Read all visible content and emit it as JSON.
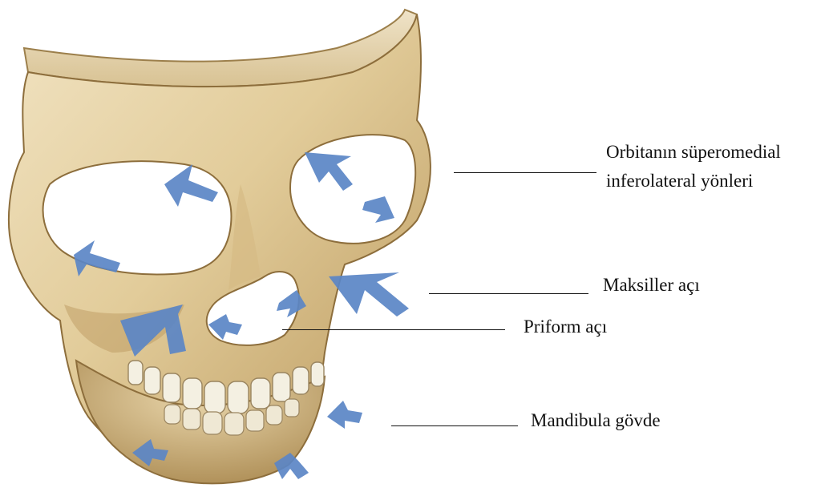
{
  "figure": {
    "subject": "skull-anterior-view",
    "colors": {
      "bone_light": "#ead9b4",
      "bone_mid": "#d7bd86",
      "bone_shadow": "#a8874f",
      "tooth": "#f4f0e2",
      "arrow": "#5b86c6",
      "line": "#111111"
    }
  },
  "labels": {
    "orbit_line1": "Orbitanın süperomedial",
    "orbit_line2": "inferolateral yönleri",
    "maxillary": "Maksiller açı",
    "piriform": "Priform açı",
    "mandible": "Mandibula gövde"
  }
}
